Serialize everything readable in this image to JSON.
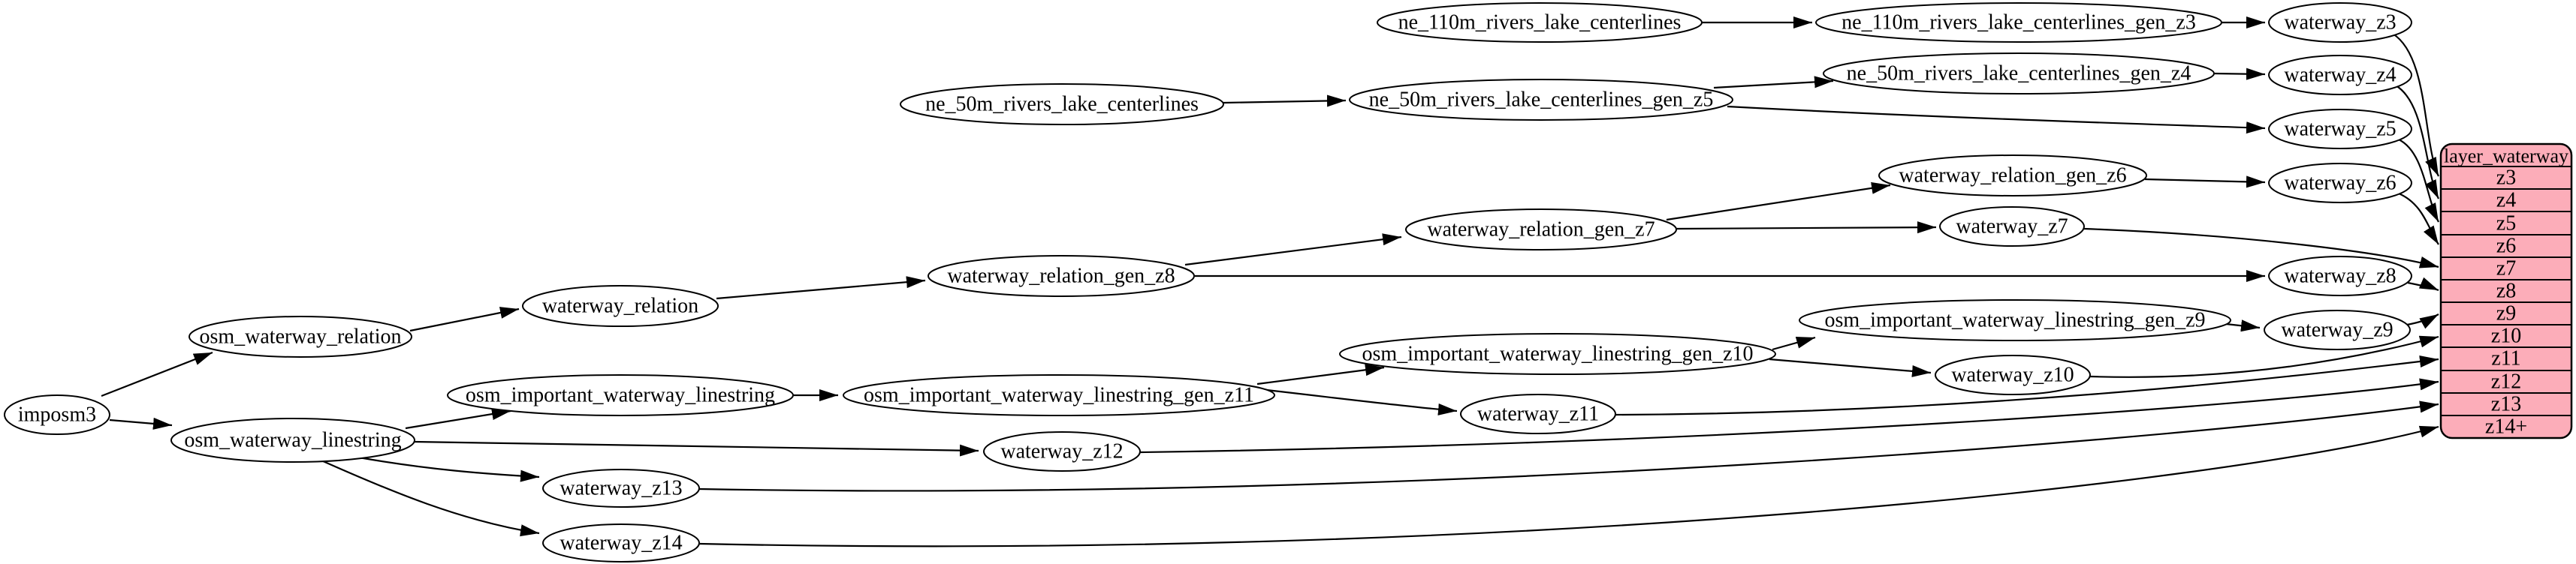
{
  "diagram_type": "graphviz-dependency-graph",
  "colors": {
    "background": "#ffffff",
    "node_fill": "#ffffff",
    "node_stroke": "#000000",
    "edge_color": "#000000",
    "record_fill": "#fcadb9",
    "record_stroke": "#000000"
  },
  "nodes": {
    "imposm3": {
      "label": "imposm3"
    },
    "osm_waterway_relation": {
      "label": "osm_waterway_relation"
    },
    "osm_waterway_linestring": {
      "label": "osm_waterway_linestring"
    },
    "waterway_relation": {
      "label": "waterway_relation"
    },
    "osm_important_waterway_linestring": {
      "label": "osm_important_waterway_linestring"
    },
    "waterway_relation_gen_z8": {
      "label": "waterway_relation_gen_z8"
    },
    "waterway_relation_gen_z7": {
      "label": "waterway_relation_gen_z7"
    },
    "waterway_relation_gen_z6": {
      "label": "waterway_relation_gen_z6"
    },
    "osm_important_waterway_linestring_gen_z11": {
      "label": "osm_important_waterway_linestring_gen_z11"
    },
    "osm_important_waterway_linestring_gen_z10": {
      "label": "osm_important_waterway_linestring_gen_z10"
    },
    "osm_important_waterway_linestring_gen_z9": {
      "label": "osm_important_waterway_linestring_gen_z9"
    },
    "ne_110m_rivers_lake_centerlines": {
      "label": "ne_110m_rivers_lake_centerlines"
    },
    "ne_110m_rivers_lake_centerlines_gen_z3": {
      "label": "ne_110m_rivers_lake_centerlines_gen_z3"
    },
    "ne_50m_rivers_lake_centerlines": {
      "label": "ne_50m_rivers_lake_centerlines"
    },
    "ne_50m_rivers_lake_centerlines_gen_z5": {
      "label": "ne_50m_rivers_lake_centerlines_gen_z5"
    },
    "ne_50m_rivers_lake_centerlines_gen_z4": {
      "label": "ne_50m_rivers_lake_centerlines_gen_z4"
    },
    "waterway_z3": {
      "label": "waterway_z3"
    },
    "waterway_z4": {
      "label": "waterway_z4"
    },
    "waterway_z5": {
      "label": "waterway_z5"
    },
    "waterway_z6": {
      "label": "waterway_z6"
    },
    "waterway_z7": {
      "label": "waterway_z7"
    },
    "waterway_z8": {
      "label": "waterway_z8"
    },
    "waterway_z9": {
      "label": "waterway_z9"
    },
    "waterway_z10": {
      "label": "waterway_z10"
    },
    "waterway_z11": {
      "label": "waterway_z11"
    },
    "waterway_z12": {
      "label": "waterway_z12"
    },
    "waterway_z13": {
      "label": "waterway_z13"
    },
    "waterway_z14": {
      "label": "waterway_z14"
    }
  },
  "record": {
    "title": "layer_waterway",
    "rows": [
      "z3",
      "z4",
      "z5",
      "z6",
      "z7",
      "z8",
      "z9",
      "z10",
      "z11",
      "z12",
      "z13",
      "z14+"
    ]
  },
  "edges": [
    {
      "from": "imposm3",
      "to": "osm_waterway_relation"
    },
    {
      "from": "imposm3",
      "to": "osm_waterway_linestring"
    },
    {
      "from": "osm_waterway_relation",
      "to": "waterway_relation"
    },
    {
      "from": "waterway_relation",
      "to": "waterway_relation_gen_z8"
    },
    {
      "from": "waterway_relation_gen_z8",
      "to": "waterway_relation_gen_z7"
    },
    {
      "from": "waterway_relation_gen_z8",
      "to": "waterway_z8"
    },
    {
      "from": "waterway_relation_gen_z7",
      "to": "waterway_relation_gen_z6"
    },
    {
      "from": "waterway_relation_gen_z7",
      "to": "waterway_z7"
    },
    {
      "from": "waterway_relation_gen_z6",
      "to": "waterway_z6"
    },
    {
      "from": "ne_110m_rivers_lake_centerlines",
      "to": "ne_110m_rivers_lake_centerlines_gen_z3"
    },
    {
      "from": "ne_110m_rivers_lake_centerlines_gen_z3",
      "to": "waterway_z3"
    },
    {
      "from": "ne_50m_rivers_lake_centerlines",
      "to": "ne_50m_rivers_lake_centerlines_gen_z5"
    },
    {
      "from": "ne_50m_rivers_lake_centerlines_gen_z5",
      "to": "ne_50m_rivers_lake_centerlines_gen_z4"
    },
    {
      "from": "ne_50m_rivers_lake_centerlines_gen_z5",
      "to": "waterway_z5"
    },
    {
      "from": "ne_50m_rivers_lake_centerlines_gen_z4",
      "to": "waterway_z4"
    },
    {
      "from": "osm_waterway_linestring",
      "to": "osm_important_waterway_linestring"
    },
    {
      "from": "osm_important_waterway_linestring",
      "to": "osm_important_waterway_linestring_gen_z11"
    },
    {
      "from": "osm_important_waterway_linestring_gen_z11",
      "to": "osm_important_waterway_linestring_gen_z10"
    },
    {
      "from": "osm_important_waterway_linestring_gen_z11",
      "to": "waterway_z11"
    },
    {
      "from": "osm_important_waterway_linestring_gen_z10",
      "to": "osm_important_waterway_linestring_gen_z9"
    },
    {
      "from": "osm_important_waterway_linestring_gen_z10",
      "to": "waterway_z10"
    },
    {
      "from": "osm_important_waterway_linestring_gen_z9",
      "to": "waterway_z9"
    },
    {
      "from": "osm_waterway_linestring",
      "to": "waterway_z12"
    },
    {
      "from": "osm_waterway_linestring",
      "to": "waterway_z13"
    },
    {
      "from": "osm_waterway_linestring",
      "to": "waterway_z14"
    },
    {
      "from": "waterway_z3",
      "to": "layer_waterway:z3"
    },
    {
      "from": "waterway_z4",
      "to": "layer_waterway:z4"
    },
    {
      "from": "waterway_z5",
      "to": "layer_waterway:z5"
    },
    {
      "from": "waterway_z6",
      "to": "layer_waterway:z6"
    },
    {
      "from": "waterway_z7",
      "to": "layer_waterway:z7"
    },
    {
      "from": "waterway_z8",
      "to": "layer_waterway:z8"
    },
    {
      "from": "waterway_z9",
      "to": "layer_waterway:z9"
    },
    {
      "from": "waterway_z10",
      "to": "layer_waterway:z10"
    },
    {
      "from": "waterway_z11",
      "to": "layer_waterway:z11"
    },
    {
      "from": "waterway_z12",
      "to": "layer_waterway:z12"
    },
    {
      "from": "waterway_z13",
      "to": "layer_waterway:z13"
    },
    {
      "from": "waterway_z14",
      "to": "layer_waterway:z14+"
    }
  ]
}
